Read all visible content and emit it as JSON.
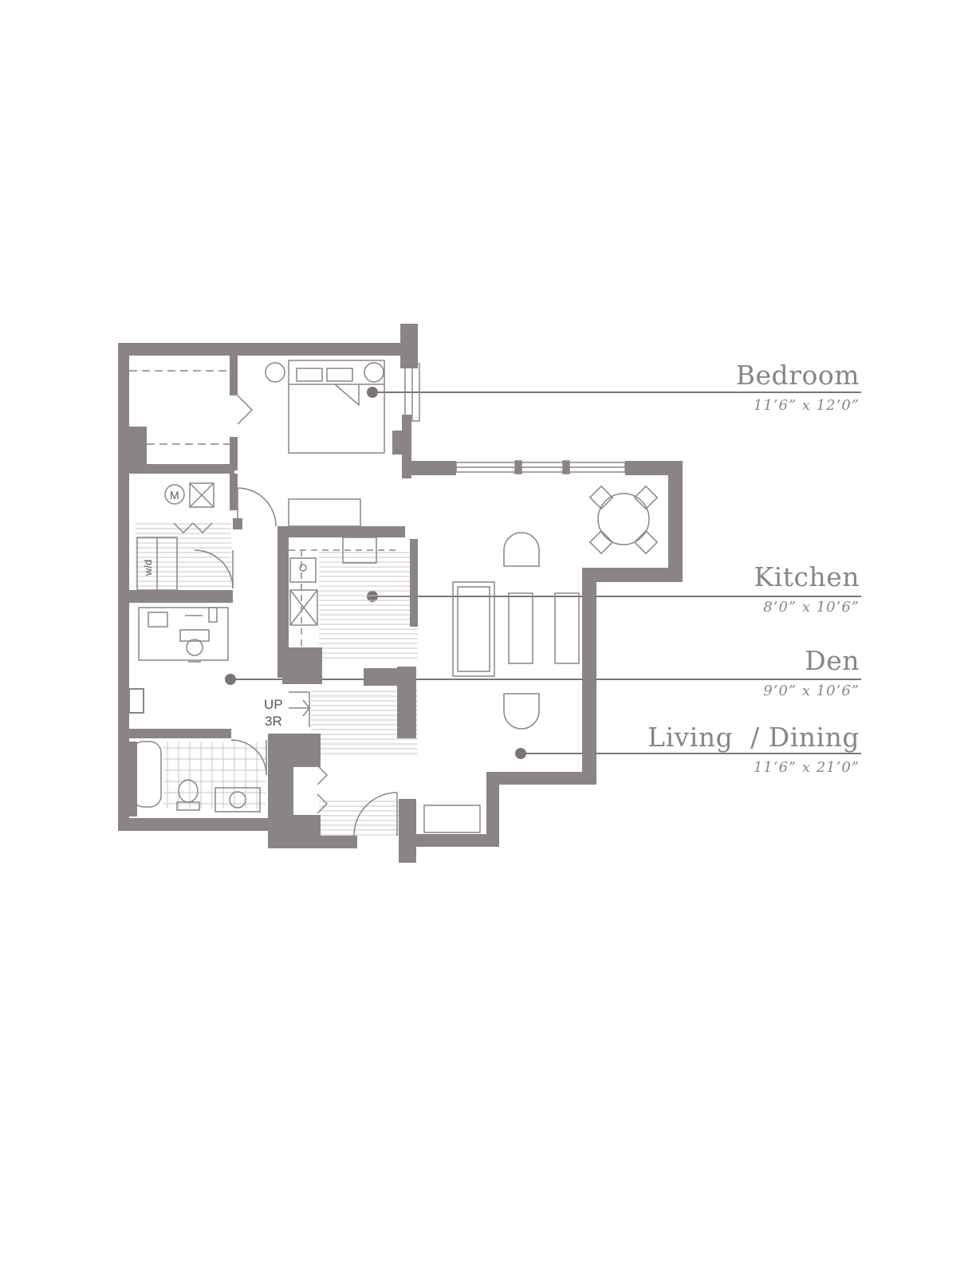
{
  "colors": {
    "wall": "#8a8584",
    "line": "#7a7574",
    "label": "#8a8584",
    "dot": "#7a7574"
  },
  "rooms": [
    {
      "id": "bedroom",
      "name": "Bedroom",
      "dims": "11’6” x 12’0”"
    },
    {
      "id": "kitchen",
      "name": "Kitchen",
      "dims": "8’0” x 10’6”"
    },
    {
      "id": "den",
      "name": "Den",
      "dims": "9’0” x 10’6”"
    },
    {
      "id": "living",
      "name": "Living  / Dining",
      "dims": "11’6” x 21’0”"
    }
  ],
  "fixtures": {
    "washer_dryer": "w/d",
    "mechanical": "M",
    "stair_up": "UP",
    "stair_risers": "3R"
  }
}
